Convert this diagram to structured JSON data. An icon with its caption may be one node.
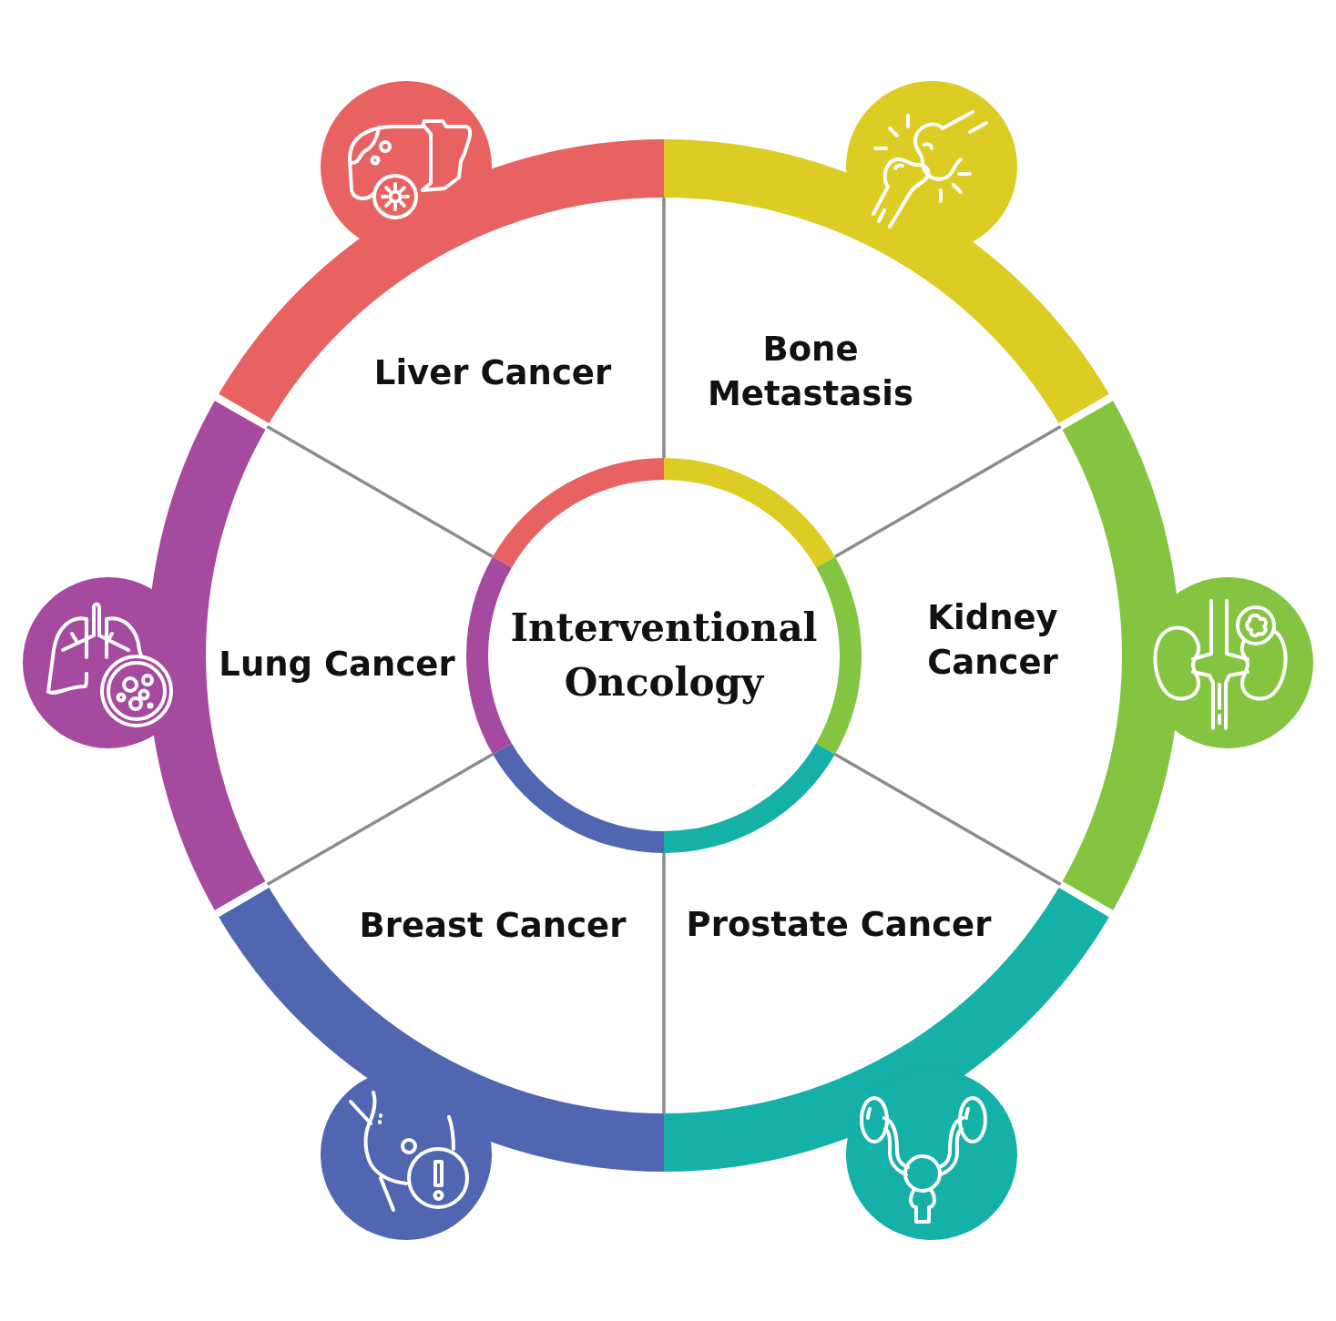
{
  "diagram": {
    "nodes": [
      {
        "text": [
          "Interventional Oncology"
        ]
      },
      {
        "text": [
          "Liver Cancer"
        ]
      },
      {
        "text": [
          "Bone Metastasis"
        ]
      },
      {
        "text": [
          "Kidney Cancer"
        ]
      },
      {
        "text": [
          "Prostate Cancer"
        ]
      },
      {
        "text": [
          "Breast Cancer"
        ]
      },
      {
        "text": [
          "Lung Cancer"
        ]
      }
    ]
  }
}
